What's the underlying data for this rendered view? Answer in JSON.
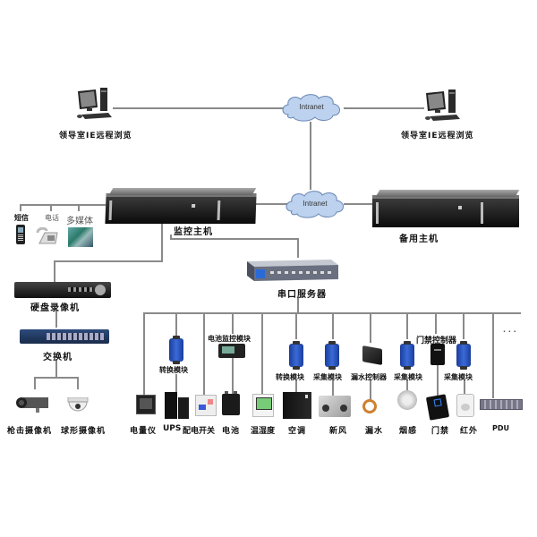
{
  "top": {
    "left_pc_label": "领导室IE远程浏览",
    "right_pc_label": "领导室IE远程浏览",
    "cloud_top_label": "Intranet",
    "cloud_mid_label": "Intranet"
  },
  "hosts": {
    "main_label": "监控主机",
    "backup_label": "备用主机"
  },
  "notify": {
    "sms_label": "短信",
    "phone_label": "电话",
    "media_label": "多媒体"
  },
  "video": {
    "dvr_label": "硬盘录像机",
    "switch_label": "交换机",
    "bullet_cam_label": "枪击摄像机",
    "dome_cam_label": "球形摄像机"
  },
  "serial": {
    "server_label": "串口服务器"
  },
  "modules": {
    "convert1": "转换模块",
    "battery_monitor": "电池监控模块",
    "convert2": "转换模块",
    "collect1": "采集模块",
    "leak_ctrl": "漏水控制器",
    "collect2": "采集模块",
    "door_ctrl": "门禁控制器",
    "collect3": "采集模块"
  },
  "devices": [
    "电量仪",
    "UPS",
    "配电开关",
    "电池",
    "温湿度",
    "空调",
    "新风",
    "漏水",
    "烟感",
    "门禁",
    "红外",
    "PDU"
  ],
  "more": "· · ·"
}
